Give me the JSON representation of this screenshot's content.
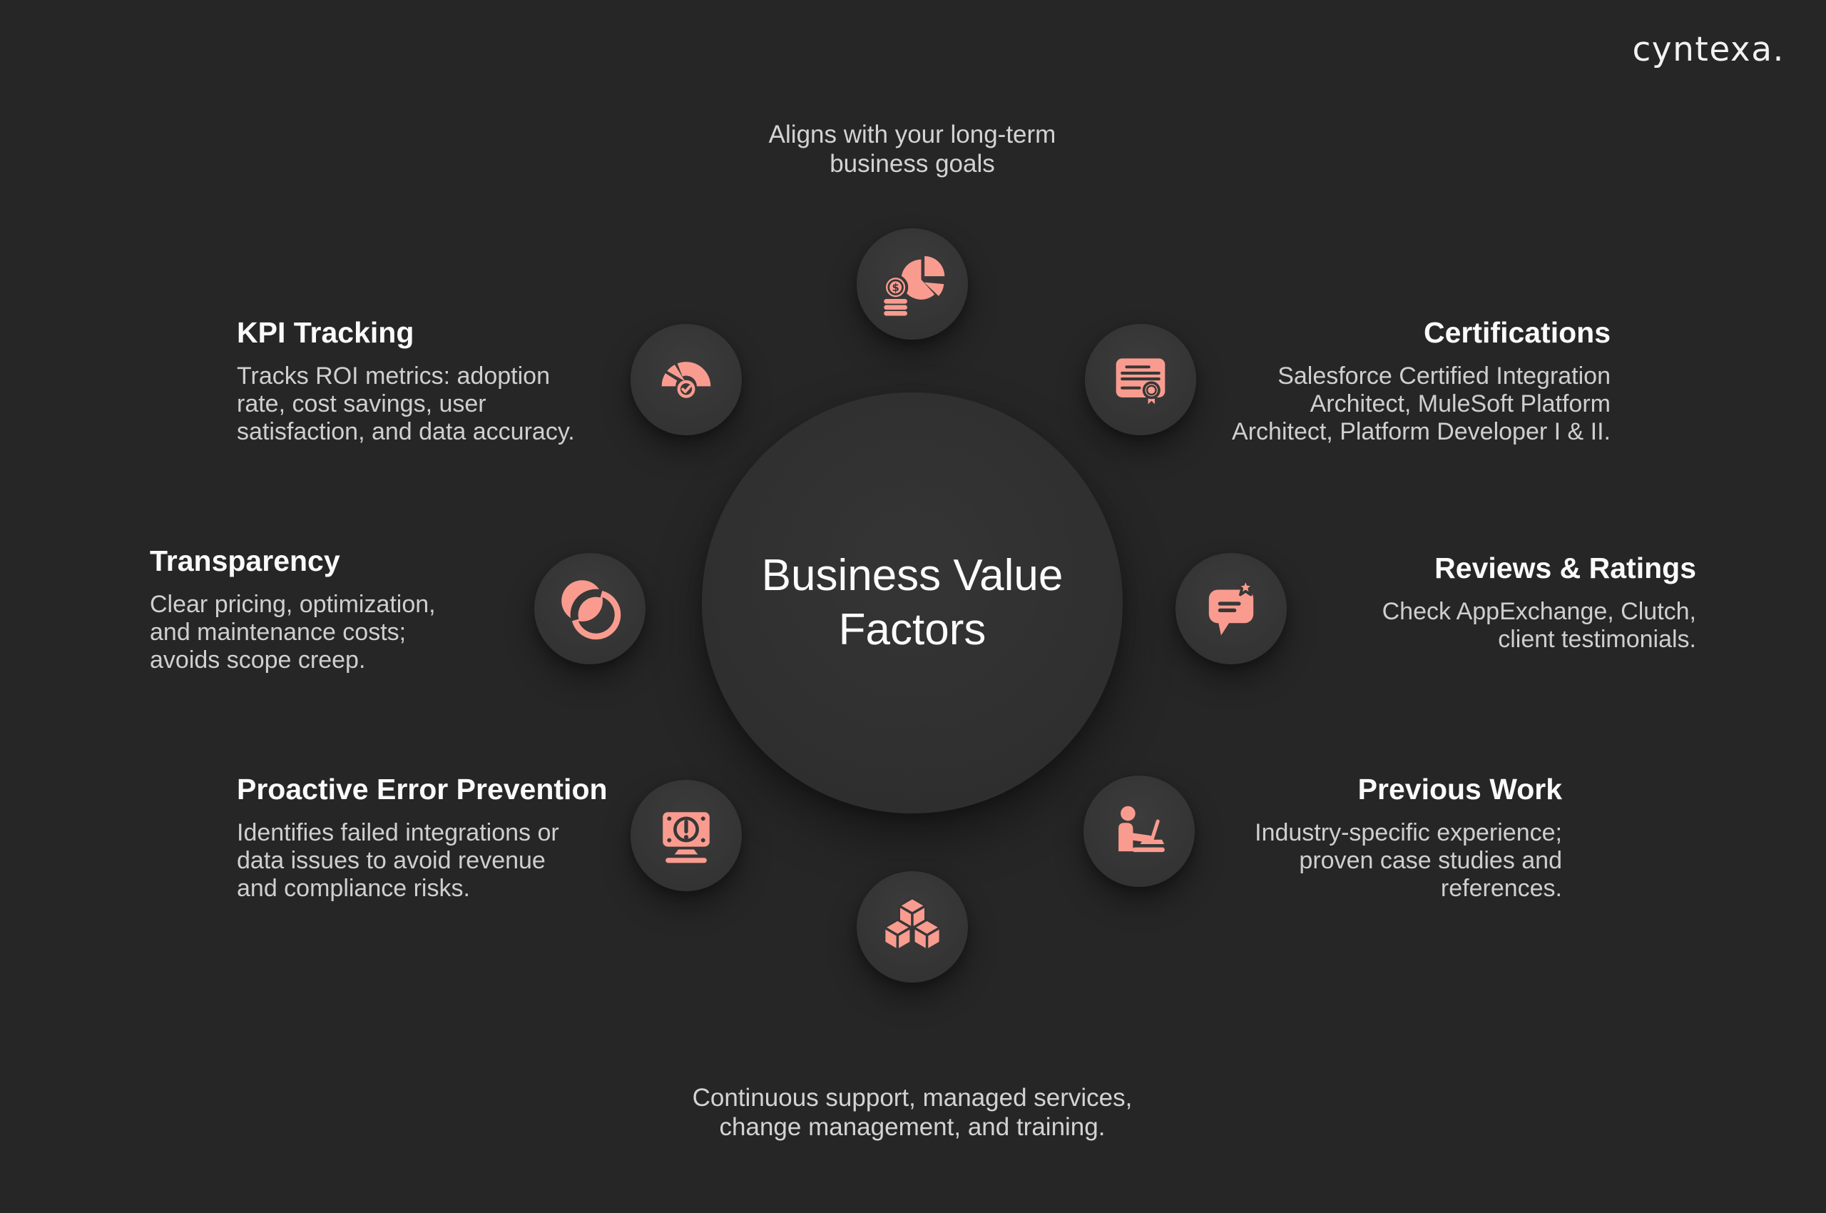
{
  "brand": {
    "logo": "cyntexa."
  },
  "center": {
    "title": "Business Value Factors",
    "title_lines": [
      "Business Value",
      "Factors"
    ]
  },
  "colors": {
    "background": "#262626",
    "node_circle": "#373737",
    "center_circle": "#303030",
    "accent": "#F99C8F",
    "heading_text": "#fafafa",
    "body_text": "#cfcfcf"
  },
  "nodes": {
    "top": {
      "icon": "pie-chart-money-icon",
      "caption": "Aligns with your long-term business goals",
      "caption_lines": [
        "Aligns with your long-term",
        "business goals"
      ]
    },
    "top_left": {
      "icon": "gauge-check-icon",
      "title": "KPI Tracking",
      "description": "Tracks ROI metrics: adoption rate, cost savings, user satisfaction, and data accuracy.",
      "description_lines": [
        "Tracks ROI metrics: adoption",
        "rate, cost savings, user",
        "satisfaction, and data accuracy."
      ]
    },
    "top_right": {
      "icon": "certificate-icon",
      "title": "Certifications",
      "description": "Salesforce Certified Integration Architect, MuleSoft Platform Architect, Platform Developer I & II.",
      "description_lines": [
        "Salesforce Certified Integration",
        "Architect, MuleSoft Platform",
        "Architect, Platform Developer I & II."
      ]
    },
    "left": {
      "icon": "transparency-circles-icon",
      "title": "Transparency",
      "description": "Clear pricing, optimization, and maintenance costs; avoids scope creep.",
      "description_lines": [
        "Clear pricing, optimization,",
        "and maintenance costs;",
        "avoids scope creep."
      ]
    },
    "right": {
      "icon": "chat-star-icon",
      "title": "Reviews & Ratings",
      "description": "Check AppExchange, Clutch, client testimonials.",
      "description_lines": [
        "Check AppExchange, Clutch,",
        "client testimonials."
      ]
    },
    "bottom_left": {
      "icon": "monitor-alert-icon",
      "title": "Proactive Error Prevention",
      "description": "Identifies failed integrations or data issues to avoid revenue and compliance risks.",
      "description_lines": [
        "Identifies failed integrations or",
        "data issues to avoid revenue",
        "and compliance risks."
      ]
    },
    "bottom_right": {
      "icon": "person-laptop-icon",
      "title": "Previous Work",
      "description": "Industry-specific experience; proven case studies and references.",
      "description_lines": [
        "Industry-specific experience;",
        "proven case studies and",
        "references."
      ]
    },
    "bottom": {
      "icon": "cubes-icon",
      "caption": "Continuous support, managed services, change management, and training.",
      "caption_lines": [
        "Continuous support, managed services,",
        "change management, and training."
      ]
    }
  }
}
